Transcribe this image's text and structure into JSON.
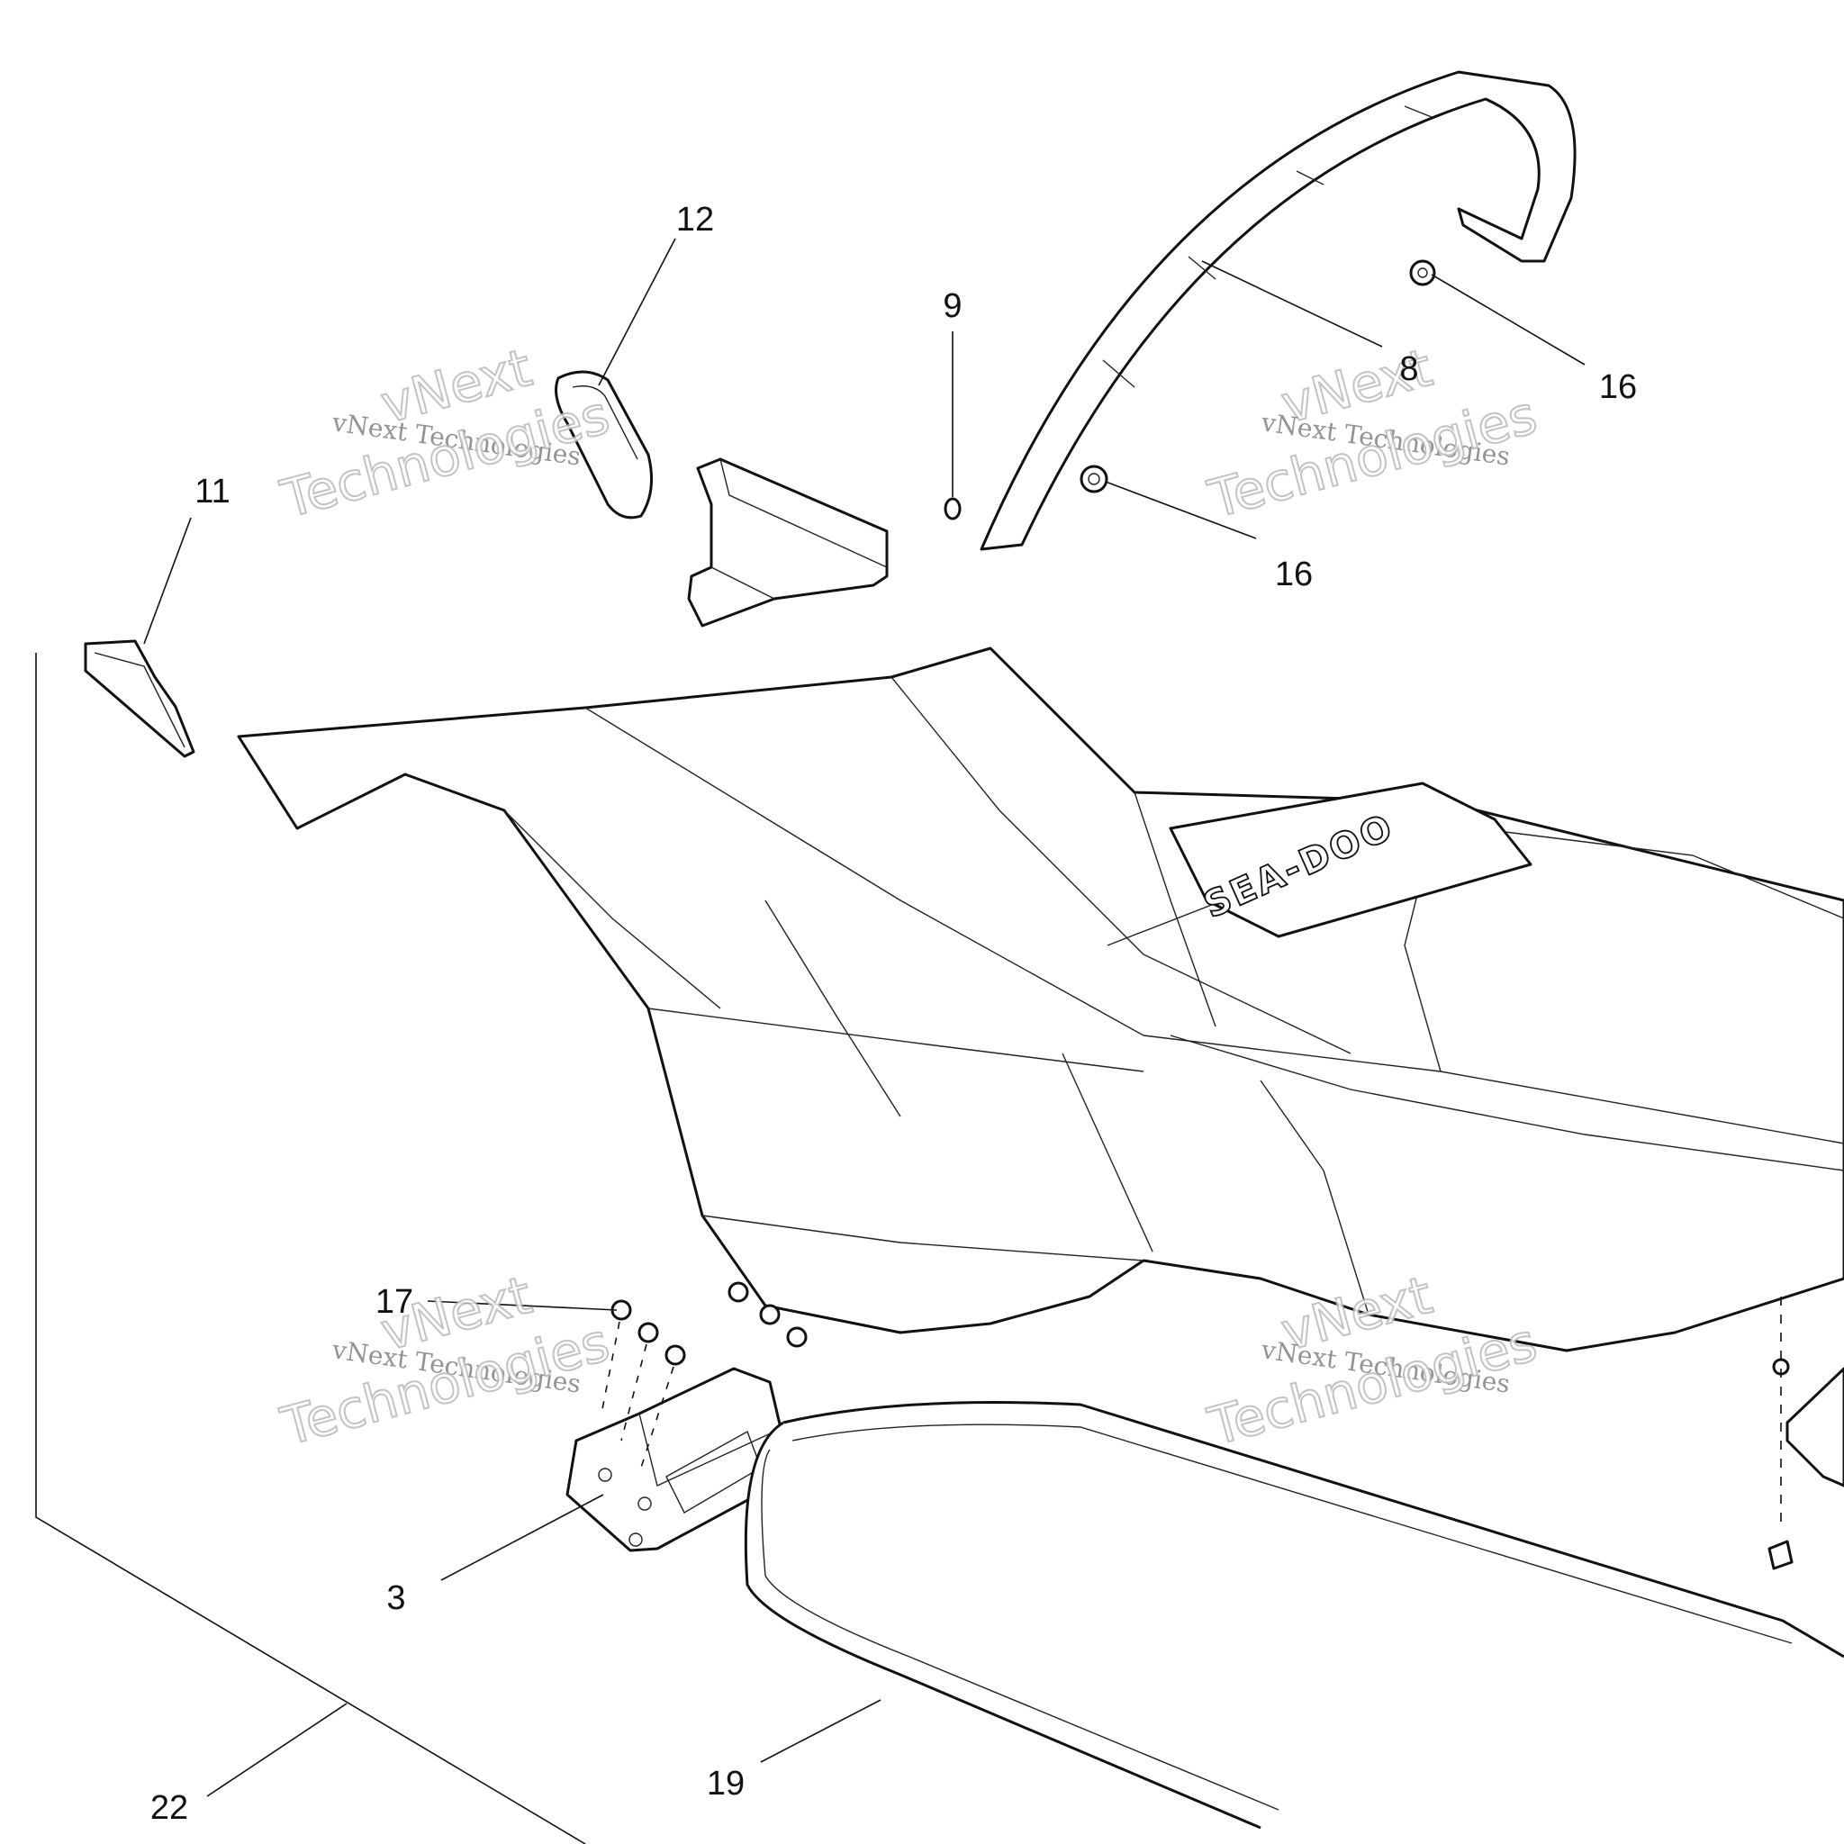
{
  "diagram": {
    "callouts": [
      {
        "id": "c3",
        "label": "3"
      },
      {
        "id": "c8",
        "label": "8"
      },
      {
        "id": "c9",
        "label": "9"
      },
      {
        "id": "c11",
        "label": "11"
      },
      {
        "id": "c12",
        "label": "12"
      },
      {
        "id": "c16a",
        "label": "16"
      },
      {
        "id": "c16b",
        "label": "16"
      },
      {
        "id": "c17",
        "label": "17"
      },
      {
        "id": "c19",
        "label": "19"
      },
      {
        "id": "c22",
        "label": "22"
      }
    ],
    "watermark": {
      "line_small": "vNext Technologies",
      "word_1": "vNext",
      "word_2": "Technologies"
    },
    "logo_text": "SEA-DOO"
  }
}
